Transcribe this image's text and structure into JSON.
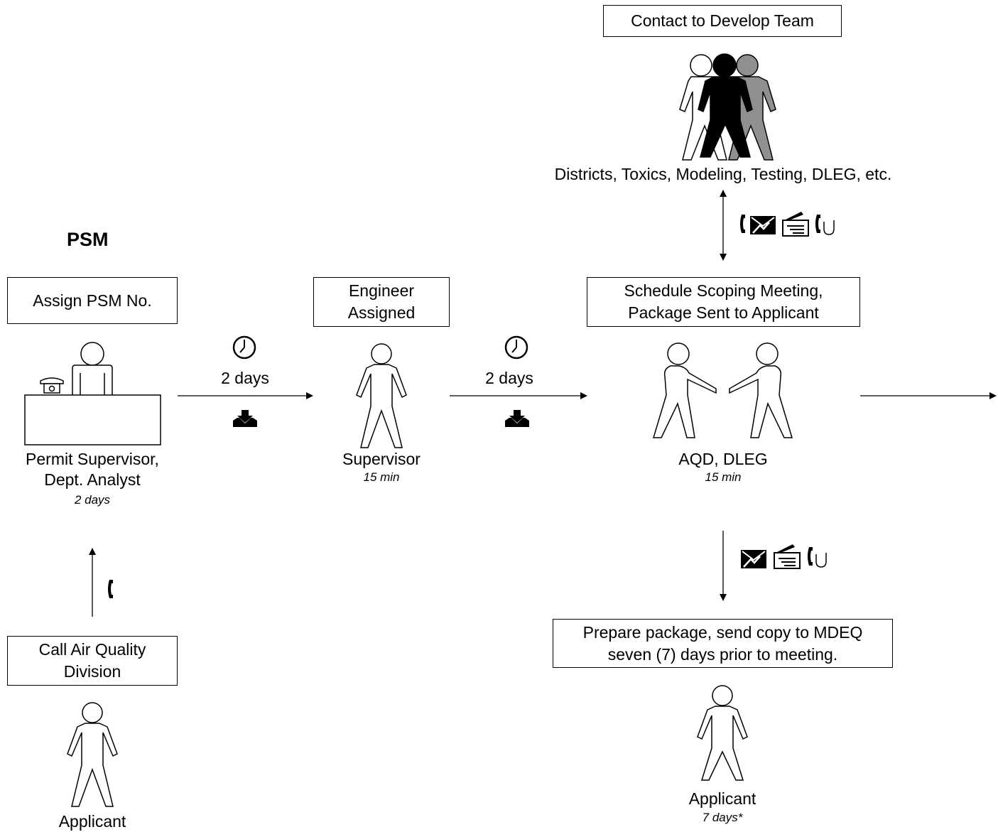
{
  "title": "PSM",
  "nodes": {
    "call_aqd": {
      "box": "Call Air Quality\nDivision",
      "actor": "Applicant",
      "time": ""
    },
    "assign_psm": {
      "box": "Assign PSM No.",
      "actor": "Permit Supervisor,\nDept. Analyst",
      "time": "2 days"
    },
    "engineer": {
      "box": "Engineer\nAssigned",
      "actor": "Supervisor",
      "time": "15 min"
    },
    "schedule": {
      "box": "Schedule Scoping Meeting,\nPackage Sent to Applicant",
      "actor": "AQD, DLEG",
      "time": "15 min"
    },
    "contact": {
      "box": "Contact to Develop Team",
      "actor": "Districts, Toxics, Modeling, Testing, DLEG,  etc.",
      "time": ""
    },
    "prepare": {
      "box": "Prepare package, send copy to MDEQ\nseven (7) days prior to meeting.",
      "actor": "Applicant",
      "time": "7 days*"
    }
  },
  "transitions": [
    {
      "duration": "2 days",
      "icons": [
        "clock-icon",
        "inbox-icon"
      ]
    },
    {
      "duration": "2 days",
      "icons": [
        "clock-icon",
        "inbox-icon"
      ]
    }
  ],
  "comm_icons": {
    "call": [
      "phone-icon"
    ],
    "team": [
      "phone-icon",
      "mail-icon",
      "letter-icon",
      "fax-icon"
    ],
    "applicant": [
      "mail-icon",
      "letter-icon",
      "fax-icon"
    ]
  },
  "colors": {
    "line": "#000000",
    "person_gray": "#909090"
  }
}
